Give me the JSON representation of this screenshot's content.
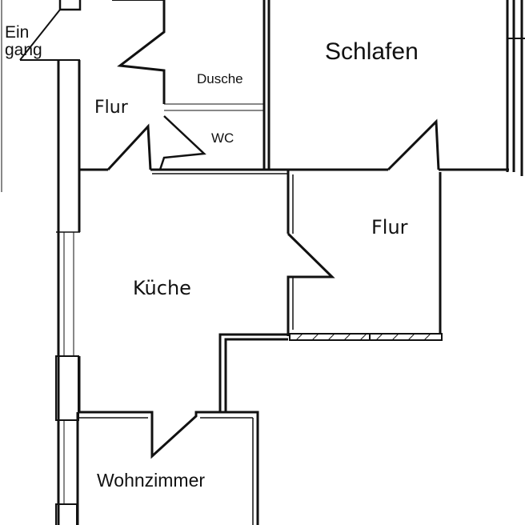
{
  "plan": {
    "rooms": {
      "entrance_line1": "Ein",
      "entrance_line2": "gang",
      "shower": "Dusche",
      "hall_upper": "Flur",
      "wc": "WC",
      "bedroom": "Schlafen",
      "hall_right": "Flur",
      "kitchen": "Küche",
      "living_room": "Wohnzimmer"
    }
  }
}
